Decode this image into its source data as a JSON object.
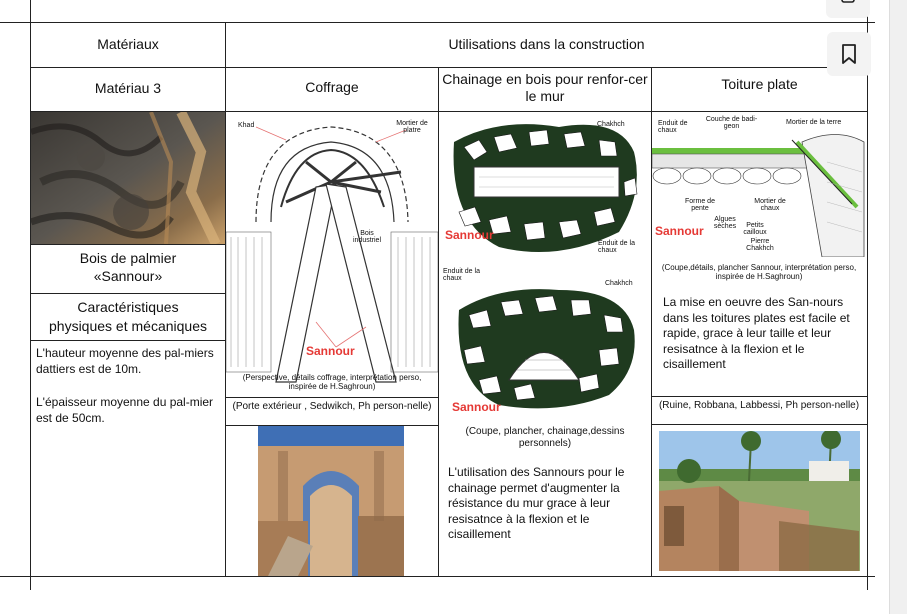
{
  "header": {
    "materials": "Matériaux",
    "uses": "Utilisations dans la construction"
  },
  "columns": {
    "material": "Matériau 3",
    "formwork": "Coffrage",
    "chaining": "Chainage en bois pour renfor-cer le mur",
    "flat_roof": "Toiture plate"
  },
  "material": {
    "name_line1": "Bois de palmier",
    "name_line2": "«Sannour»",
    "props_title_line1": "Caractéristiques",
    "props_title_line2": "physiques et mécaniques",
    "height_text": "L'hauteur moyenne des pal-miers dattiers est de 10m.",
    "thickness_text": "L'épaisseur moyenne du pal-mier est de 50cm."
  },
  "formwork": {
    "label_khad": "Khad",
    "label_mortier": "Mortier de platre",
    "label_bois": "Bois industriel",
    "label_sannour": "Sannour",
    "inner_caption": "(Perspective, détails coffrage, interprétation perso, inspirée de H.Saghroun)",
    "photo_caption": "(Porte extérieur , Sedwikch, Ph person-nelle)"
  },
  "chaining": {
    "label_chakhch_1": "Chakhch",
    "label_sannour_1": "Sannour",
    "label_enduit_chaux_1": "Enduit de la chaux",
    "label_enduit_chaux_2": "Enduit de la chaux",
    "label_chakhch_2": "Chakhch",
    "label_sannour_2": "Sannour",
    "caption": "(Coupe, plancher, chainage,dessins personnels)",
    "text": "L'utilisation des Sannours pour le chainage permet d'augmenter la résistance du mur grace à leur resisatnce à la flexion et le cisaillement"
  },
  "flat_roof": {
    "label_enduit": "Enduit de chaux",
    "label_couche": "Couche de badi-geon",
    "label_mortier_terre": "Mortier de la terre",
    "label_forme_pente": "Forme de pente",
    "label_mortier_chaux": "Mortier de chaux",
    "label_algues": "Algues sèches",
    "label_petits_cailloux": "Petits cailloux",
    "label_pierre": "Pierre Chakhch",
    "label_sannour": "Sannour",
    "caption": "(Coupe,détails, plancher Sannour, interprétation perso, inspirée de H.Saghroun)",
    "text": "La mise en oeuvre des San-nours dans les toitures plates est facile et rapide, grace à leur taille et leur resisatnce à la flexion et le cisaillement",
    "photo_caption": "(Ruine, Robbana, Labbessi, Ph person-nelle)"
  },
  "sidebar": {
    "bookmark": "bookmark-icon"
  }
}
